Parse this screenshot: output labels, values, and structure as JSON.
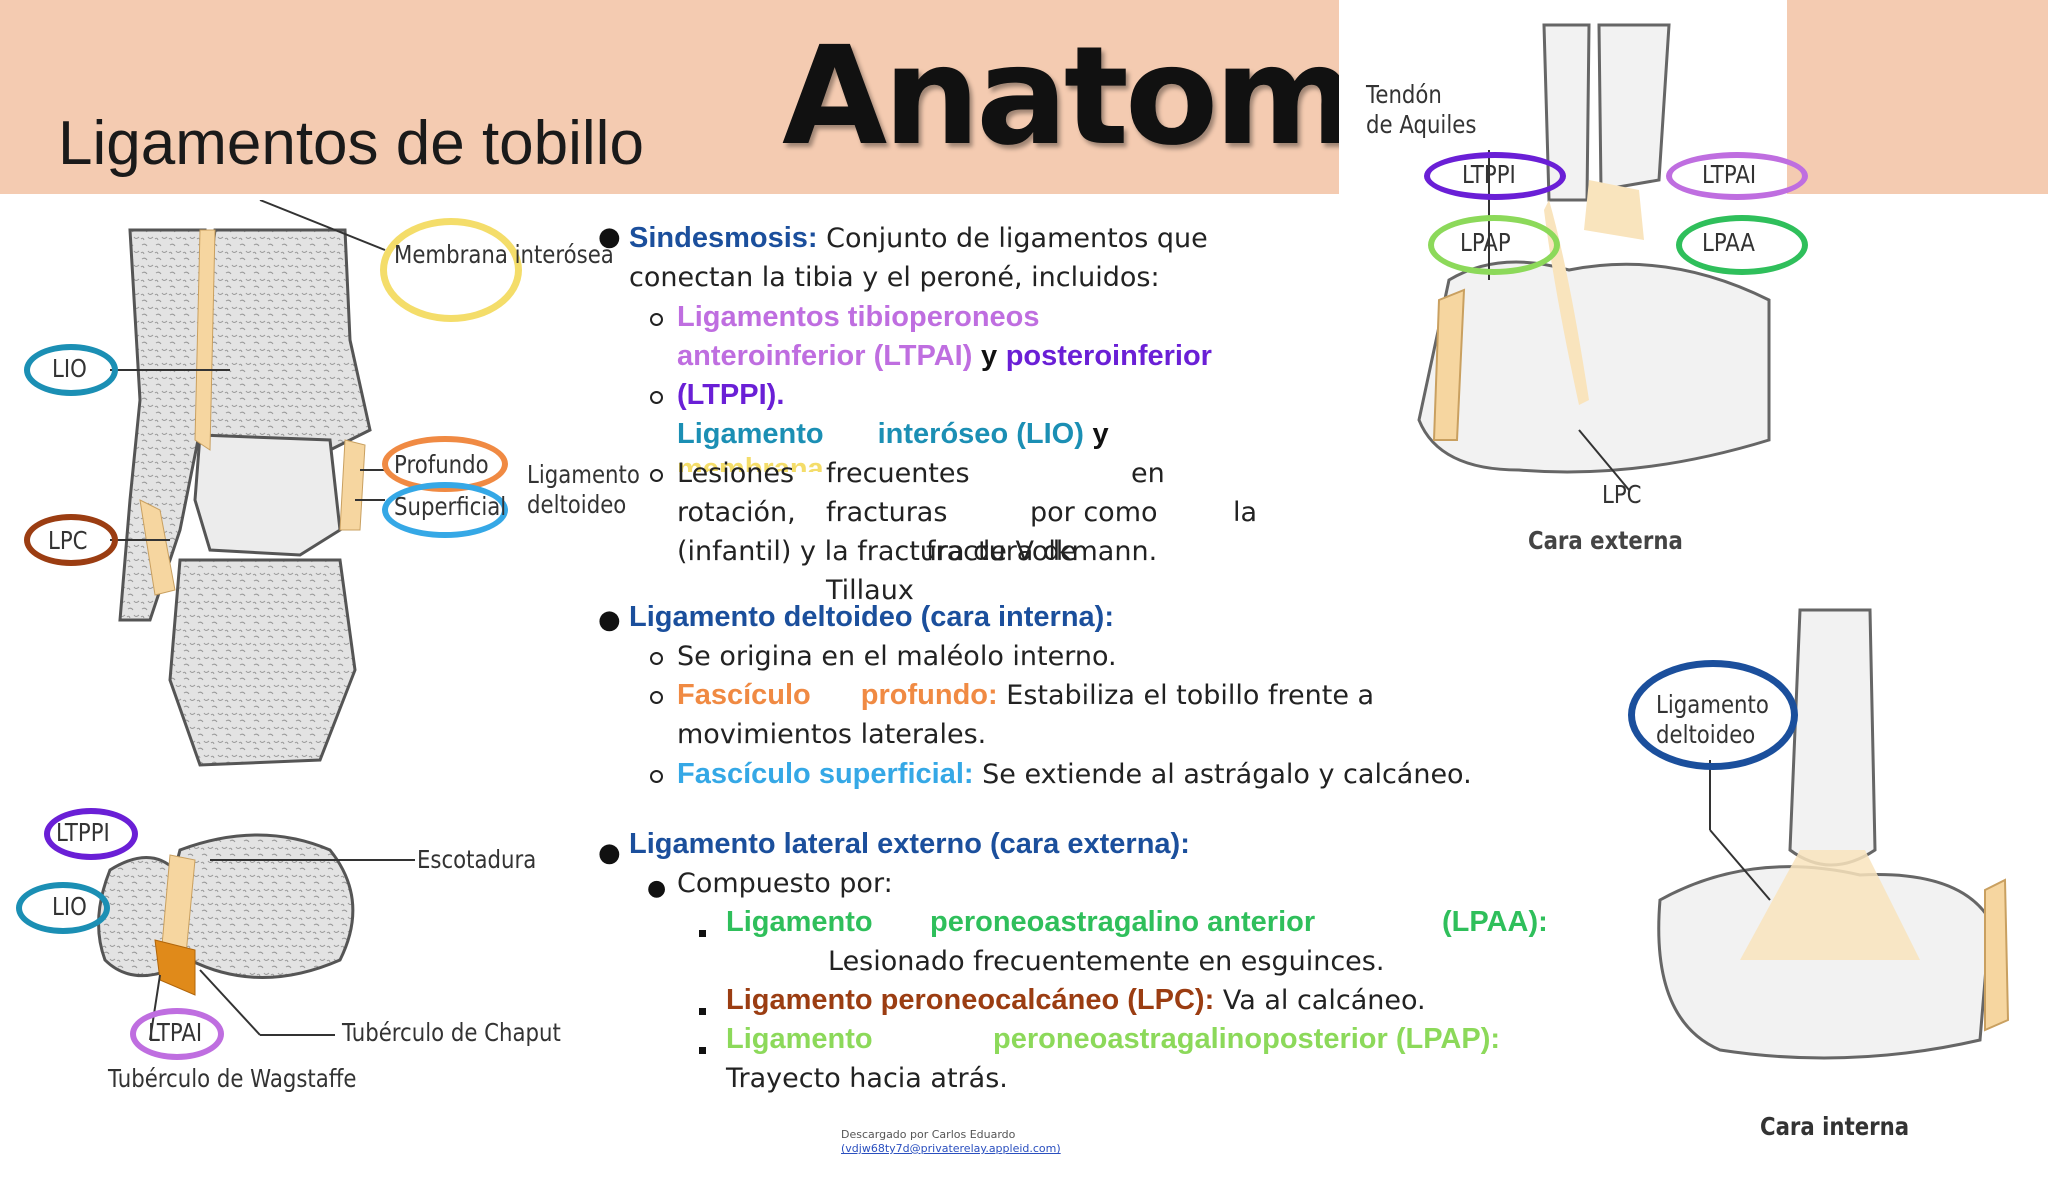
{
  "header": {
    "subtitle": "Ligamentos de tobillo",
    "title": "Anatomía",
    "band_color": "#f4cbb1"
  },
  "sections": {
    "sindesmosis": {
      "heading": "Sindesmosis:",
      "line1": "Conjunto de ligamentos que",
      "line2": "conectan la tibia y el peroné, incluidos:",
      "item1_a": "Ligamentos tibioperoneos",
      "item1_b": "anteroinferior (LTPAI)",
      "item1_c": "y",
      "item1_d": "posteroinferior",
      "item1_e": "(LTPPI).",
      "item2_a": "Ligamento",
      "item2_b": "interóseo (LIO)",
      "item2_c": "y",
      "item2_d": "membrana",
      "item3_a": "Lesiones",
      "item3_b": "frecuentes",
      "item3_c": "en",
      "item3_d": "rotación,",
      "item3_e": "fracturas",
      "item3_f": "por como",
      "item3_g": "la",
      "item3_h": "(infantil) y la fractura de Volkmann.",
      "item3_i": "fractura",
      "item3_j": "de",
      "item3_k": "Tillaux"
    },
    "deltoideo": {
      "heading": "Ligamento deltoideo (cara interna):",
      "item1": "Se origina en el maléolo interno.",
      "item2_a": "Fascículo",
      "item2_b": "profundo:",
      "item2_c": "Estabiliza el tobillo frente a",
      "item2_d": "movimientos laterales.",
      "item3_a": "Fascículo superficial:",
      "item3_b": "Se extiende al astrágalo y calcáneo."
    },
    "lateral": {
      "heading": "Ligamento lateral externo (cara externa):",
      "sub": "Compuesto por:",
      "lpaa_a": "Ligamento",
      "lpaa_b": "peroneoastragalino anterior",
      "lpaa_c": "(LPAA):",
      "lpaa_d": "Lesionado frecuentemente en esguinces.",
      "lpc_a": "Ligamento peroneocalcáneo (LPC):",
      "lpc_b": "Va al calcáneo.",
      "lpap_a": "Ligamento",
      "lpap_b": "peroneoastragalinoposterior (LPAP):",
      "lpap_c": "Trayecto hacia atrás."
    }
  },
  "figure_front": {
    "membrana": "Membrana\ninterósea",
    "lio": "LIO",
    "lpc": "LPC",
    "profundo": "Profundo",
    "superficial": "Superficial",
    "ligamento_deltoideo": "Ligamento\ndeltoideo"
  },
  "figure_top": {
    "ltppi": "LTPPI",
    "lio": "LIO",
    "ltpai": "LTPAI",
    "escotadura": "Escotadura",
    "chaput": "Tubérculo de Chaput",
    "wagstaffe": "Tubérculo de Wagstaffe"
  },
  "figure_external": {
    "tendon": "Tendón\nde Aquiles",
    "ltppi": "LTPPI",
    "ltpai": "LTPAI",
    "lpap": "LPAP",
    "lpaa": "LPAA",
    "lpc": "LPC",
    "caption": "Cara externa"
  },
  "figure_internal": {
    "ligamento_deltoideo": "Ligamento\ndeltoideo",
    "caption": "Cara interna"
  },
  "footer": {
    "line1": "Descargado por Carlos Eduardo",
    "line2": "(vdjw68ty7d@privaterelay.appleid.com)"
  },
  "colors": {
    "navy": "#1b4f9c",
    "violet": "#bf6ee0",
    "purple": "#6a1fd6",
    "teal": "#1b8fb4",
    "orange": "#f08a43",
    "skyblue": "#35a8e6",
    "green": "#2fbf5b",
    "lightgreen": "#8cd95a",
    "brown": "#9b3d12",
    "yellow": "#f4dd6a"
  }
}
